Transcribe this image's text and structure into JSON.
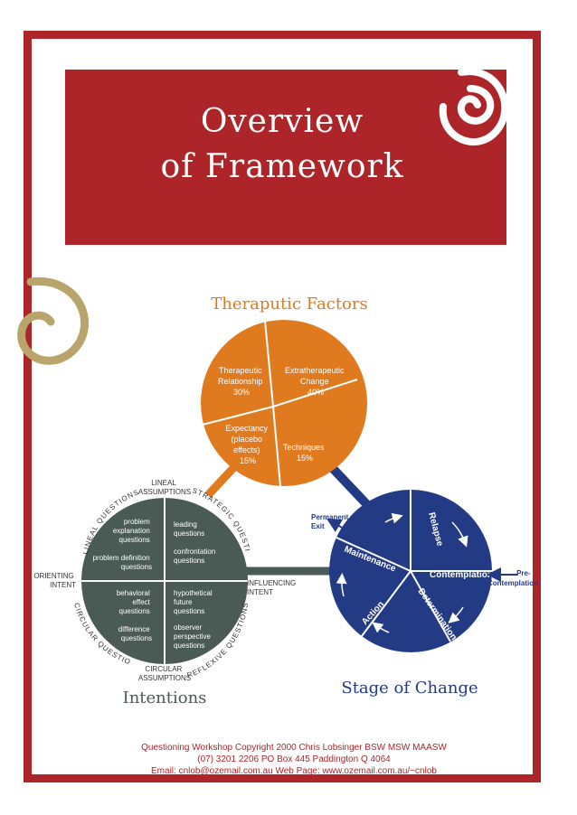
{
  "title": {
    "line1": "Overview",
    "line2": "of Framework"
  },
  "therapeutic": {
    "heading": "Theraputic Factors",
    "slices": [
      {
        "lines": [
          "Therapeutic",
          "Relationship",
          "30%"
        ]
      },
      {
        "lines": [
          "Extratherapeutic",
          "Change",
          "40%"
        ]
      },
      {
        "lines": [
          "Expectancy",
          "(placebo",
          "effects)",
          "15%"
        ]
      },
      {
        "lines": [
          "Techniques",
          "15%"
        ]
      }
    ]
  },
  "intentions": {
    "heading": "Intentions",
    "lineal_assumptions": [
      "LINEAL",
      "ASSUMPTIONS"
    ],
    "circular_assumptions": [
      "CIRCULAR",
      "ASSUMPTIONS"
    ],
    "orienting_intent": [
      "ORIENTING",
      "INTENT"
    ],
    "influencing_intent": [
      "INFLUENCING",
      "INTENT"
    ],
    "arc_lineal_questions": "LINEAL QUESTIONS",
    "arc_strategic_questions": "STRATEGIC QUESTIONS",
    "arc_circular_questions": "CIRCULAR QUESTIONS",
    "arc_reflexive_questions": "REFLEXIVE QUESTIONS",
    "top_left": [
      "problem",
      "explanation",
      "questions",
      "problem definition",
      "questions"
    ],
    "top_right": [
      "leading",
      "questions",
      "confrontation",
      "questions"
    ],
    "bottom_left": [
      "behavioral",
      "effect",
      "questions",
      "difference",
      "questions"
    ],
    "bottom_right": [
      "hypothetical",
      "future",
      "questions",
      "observer",
      "perspective",
      "questions"
    ]
  },
  "stages": {
    "heading": "Stage of Change",
    "permanent_exit": [
      "Permanent",
      "Exit"
    ],
    "pre_contemplation": [
      "Pre-",
      "Contemplation"
    ],
    "relapse": "Relapse",
    "maintenance": "Maintenance",
    "contemplation": "Contemplation",
    "action": "Action",
    "determination": "Determination"
  },
  "footer": {
    "line1": "Questioning Workshop Copyright 2000 Chris Lobsinger BSW MSW MAASW",
    "line2": "(07) 3201 2206  PO Box 445 Paddington Q 4064",
    "line3": "Email: cnlob@ozemail.com.au   Web Page:  www.ozemail.com.au/~cnlob"
  },
  "colors": {
    "accent_red": "#ad2429",
    "orange": "#e07a1f",
    "navy": "#233a85",
    "slate": "#4a5a55",
    "tan": "#b9a56c"
  }
}
